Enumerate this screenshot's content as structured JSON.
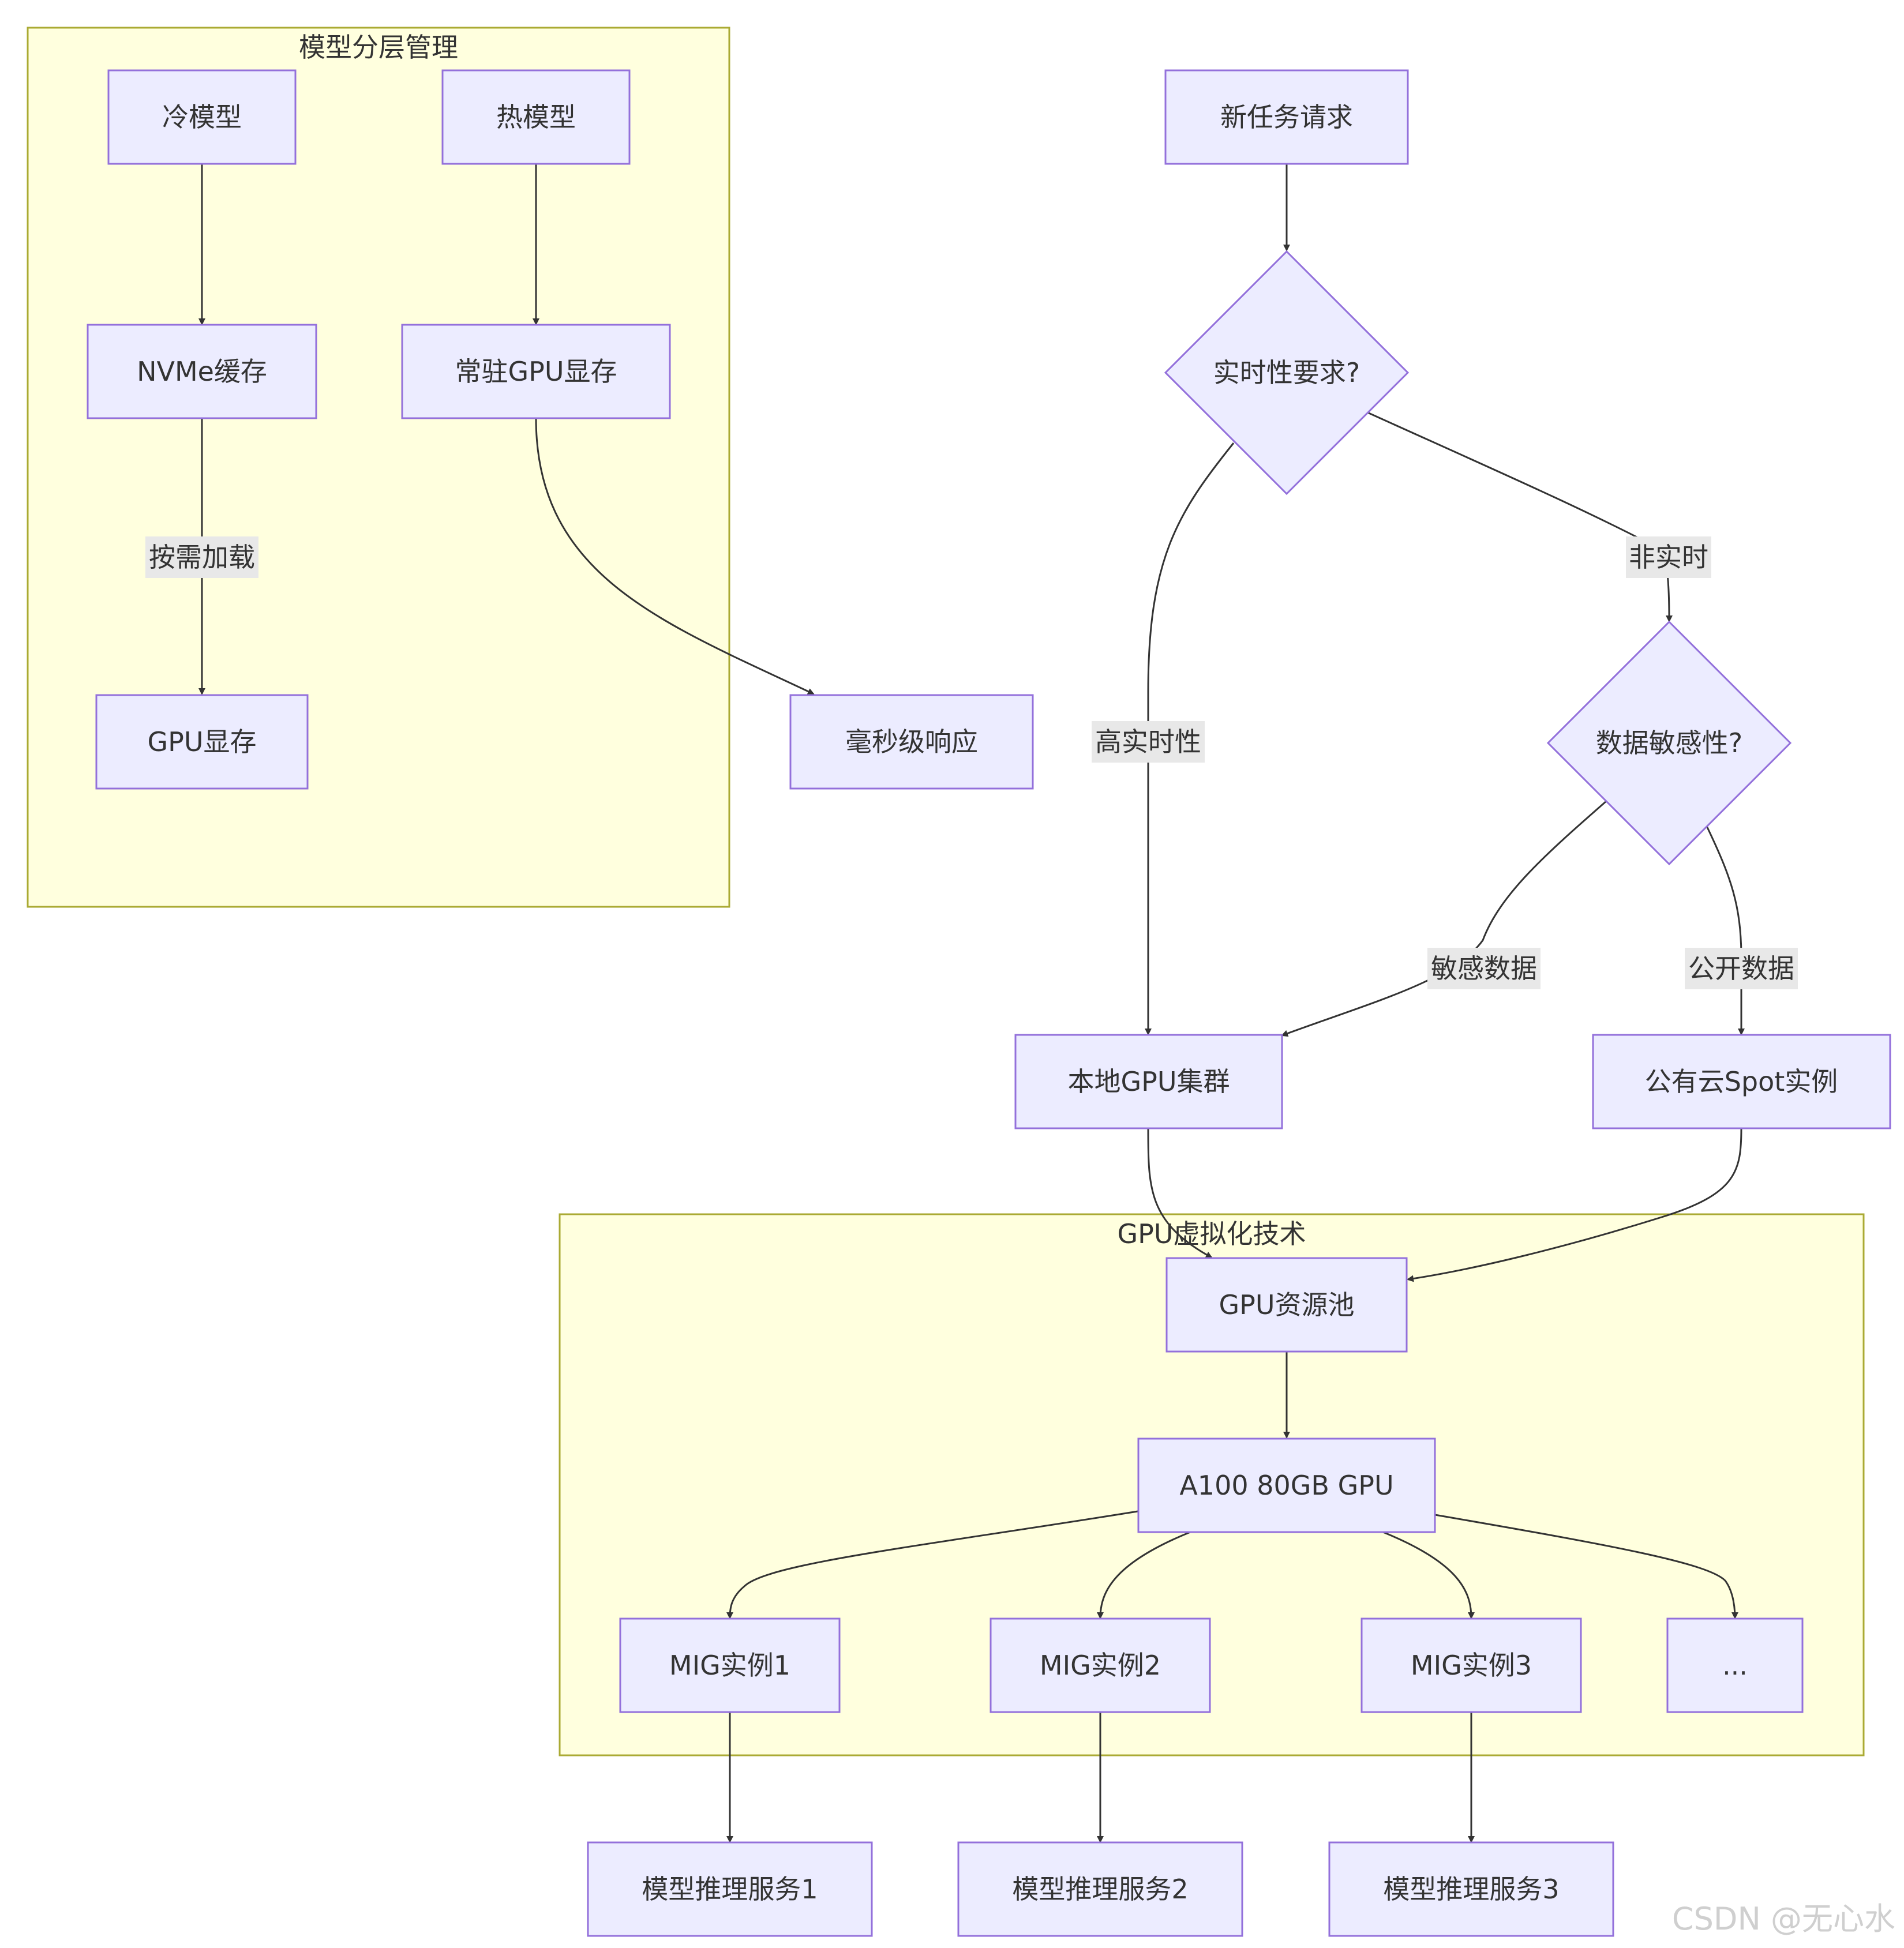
{
  "clusters": {
    "model_tiers": {
      "title": "模型分层管理"
    },
    "gpu_virtualization": {
      "title": "GPU虚拟化技术"
    }
  },
  "nodes": {
    "cold_model": "冷模型",
    "hot_model": "热模型",
    "nvme_cache": "NVMe缓存",
    "resident_gpu_mem": "常驻GPU显存",
    "gpu_mem": "GPU显存",
    "ms_response": "毫秒级响应",
    "new_task": "新任务请求",
    "realtime_q": "实时性要求?",
    "sensitivity_q": "数据敏感性?",
    "local_cluster": "本地GPU集群",
    "public_spot": "公有云Spot实例",
    "gpu_pool": "GPU资源池",
    "a100": "A100 80GB GPU",
    "mig1": "MIG实例1",
    "mig2": "MIG实例2",
    "mig3": "MIG实例3",
    "mig_more": "...",
    "svc1": "模型推理服务1",
    "svc2": "模型推理服务2",
    "svc3": "模型推理服务3"
  },
  "edge_labels": {
    "on_demand": "按需加载",
    "non_realtime": "非实时",
    "high_realtime": "高实时性",
    "sensitive": "敏感数据",
    "public_data": "公开数据"
  },
  "watermark": "CSDN @无心水",
  "colors": {
    "node_fill": "#ececff",
    "node_stroke": "#9370db",
    "cluster_fill": "#ffffde",
    "cluster_stroke": "#aaaa33",
    "edge": "#333333"
  }
}
